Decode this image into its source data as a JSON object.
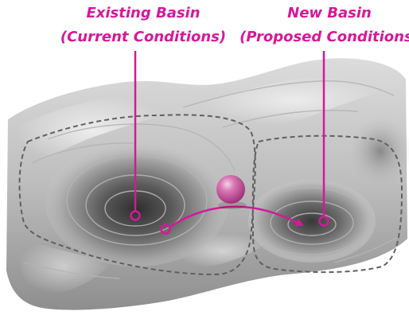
{
  "labels": {
    "existing_basin_title": "Existing Basin",
    "existing_basin_subtitle": "(Current Conditions)",
    "new_basin_title": "New Basin",
    "new_basin_subtitle": "(Proposed Conditions)"
  },
  "colors": {
    "accent": "#d6189a",
    "ball": "#c2569f",
    "terrain_dark": "#3c3c3c",
    "terrain_light": "#f3f3f3",
    "contour": "#b4b4b4",
    "dashed_outline": "#606060"
  }
}
